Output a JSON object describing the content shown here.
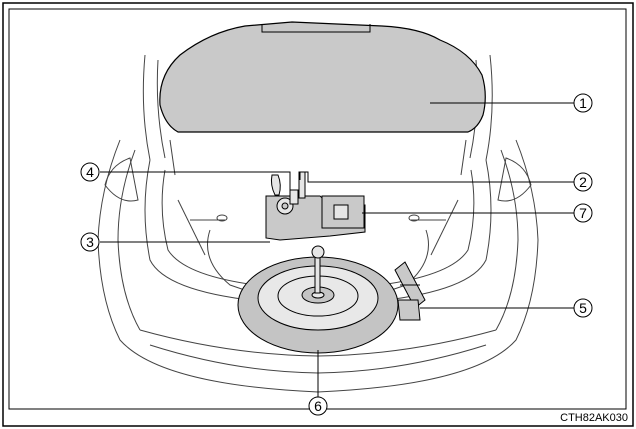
{
  "figure_code": "CTH82AK030",
  "callouts": [
    {
      "id": "1",
      "label": "1"
    },
    {
      "id": "2",
      "label": "2"
    },
    {
      "id": "3",
      "label": "3"
    },
    {
      "id": "4",
      "label": "4"
    },
    {
      "id": "5",
      "label": "5"
    },
    {
      "id": "6",
      "label": "6"
    },
    {
      "id": "7",
      "label": "7"
    }
  ],
  "colors": {
    "frame": "#000000",
    "line": "#333333",
    "panel_fill": "#c9c9c9",
    "tire_fill": "#c4c4c4",
    "background": "#ffffff"
  }
}
